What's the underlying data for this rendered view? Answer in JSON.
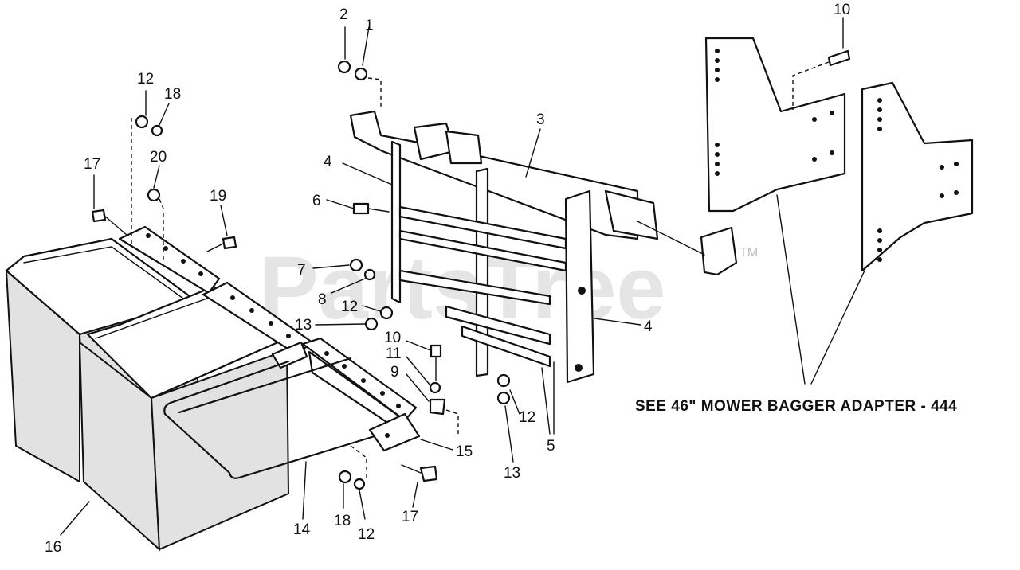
{
  "watermark": {
    "text": "PartsTree",
    "tm": "TM"
  },
  "note": "SEE 46\" MOWER BAGGER ADAPTER - 444",
  "callouts": {
    "c1": "1",
    "c2": "2",
    "c3": "3",
    "c4a": "4",
    "c4b": "4",
    "c5": "5",
    "c6": "6",
    "c7": "7",
    "c8": "8",
    "c9": "9",
    "c10a": "10",
    "c10b": "10",
    "c11": "11",
    "c12a": "12",
    "c12b": "12",
    "c12c": "12",
    "c12d": "12",
    "c13a": "13",
    "c13b": "13",
    "c14": "14",
    "c15": "15",
    "c16": "16",
    "c17a": "17",
    "c17b": "17",
    "c18a": "18",
    "c18b": "18",
    "c19": "19",
    "c20": "20"
  }
}
